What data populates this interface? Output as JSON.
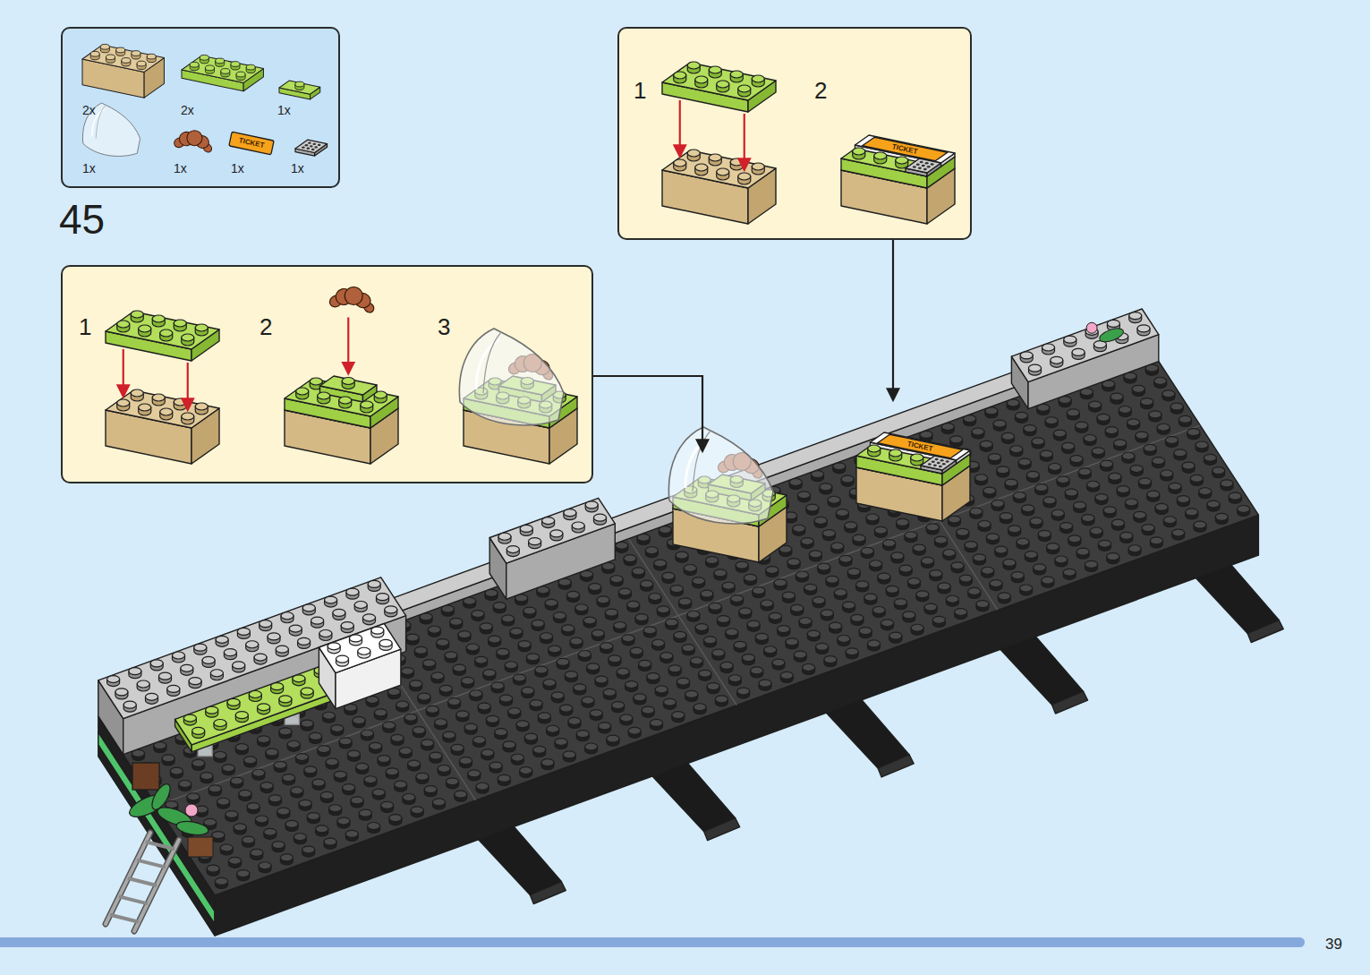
{
  "diagram": {
    "nodes": [
      {
        "text": [
          "2x",
          "2x",
          "1x",
          "1x",
          "1x",
          "1x",
          "1x"
        ]
      },
      {
        "text": [
          "1",
          "2",
          "3"
        ]
      },
      {
        "text": [
          "1",
          "2"
        ]
      }
    ],
    "labels": [
      "45",
      "TICKET",
      "TICKET",
      "TICKET",
      "39"
    ]
  }
}
